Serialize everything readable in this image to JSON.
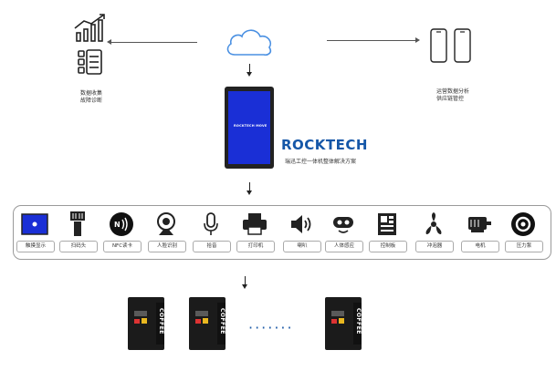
{
  "left_labels": [
    "数据收集",
    "故障诊断"
  ],
  "right_labels": [
    "运营数据分析",
    "供应链管控"
  ],
  "tablet_screen_text": "ROCKTECH MOVE",
  "brand": {
    "name": "ROCKTECH",
    "subtitle": "瑞迅工控一体机整体解决方案",
    "color": "#1557a8"
  },
  "components": [
    {
      "label": "触摸显示",
      "icon": "touchscreen-icon"
    },
    {
      "label": "扫码头",
      "icon": "barcode-scanner-icon"
    },
    {
      "label": "NFC读卡",
      "icon": "nfc-icon"
    },
    {
      "label": "人脸识别",
      "icon": "camera-icon"
    },
    {
      "label": "拾音",
      "icon": "microphone-icon"
    },
    {
      "label": "打印机",
      "icon": "printer-icon"
    },
    {
      "label": "喇叭",
      "icon": "speaker-icon"
    },
    {
      "label": "人体感应",
      "icon": "sensor-icon"
    },
    {
      "label": "控制板",
      "icon": "control-board-icon"
    },
    {
      "label": "冲泡器",
      "icon": "brewer-icon"
    },
    {
      "label": "电机",
      "icon": "motor-icon"
    },
    {
      "label": "压力泵",
      "icon": "pump-icon"
    }
  ],
  "vending_machine_text": "COFFEE",
  "dots": "·······",
  "colors": {
    "screen_blue": "#1a2fd6",
    "cloud_blue": "#4a90e2",
    "dots_blue": "#1e5ba8"
  }
}
